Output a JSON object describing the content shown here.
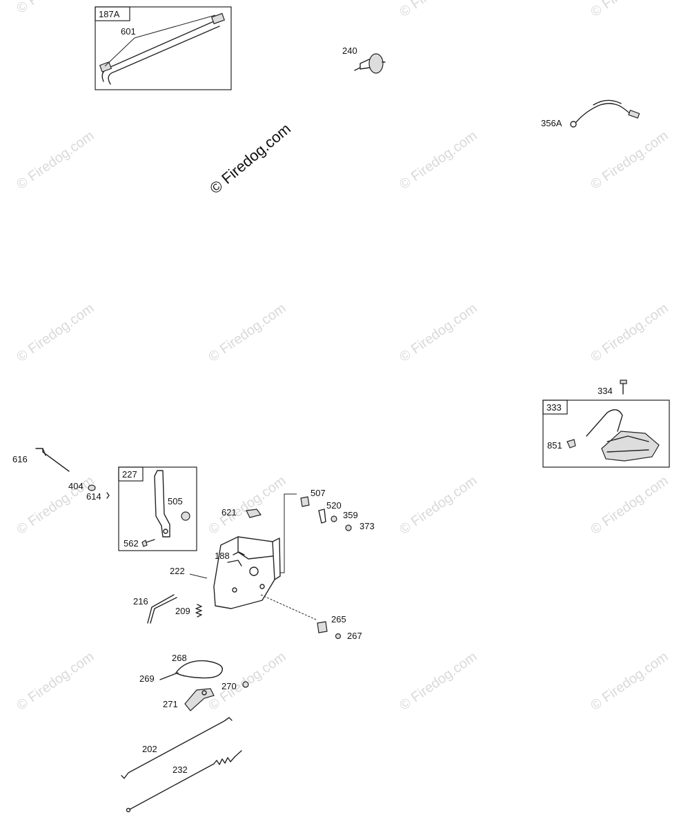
{
  "watermark": {
    "main": "© Firedog.com",
    "repeat": "© Firedog.com"
  },
  "groups": {
    "g187A": "187A",
    "g227": "227",
    "g333": "333"
  },
  "labels": {
    "p601": "601",
    "p240": "240",
    "p356A": "356A",
    "p334": "334",
    "p851": "851",
    "p616": "616",
    "p404": "404",
    "p614": "614",
    "p505": "505",
    "p562": "562",
    "p507": "507",
    "p520": "520",
    "p359": "359",
    "p373": "373",
    "p621": "621",
    "p188": "188",
    "p222": "222",
    "p216": "216",
    "p209": "209",
    "p265": "265",
    "p267": "267",
    "p268": "268",
    "p269": "269",
    "p270": "270",
    "p271": "271",
    "p202": "202",
    "p232": "232"
  }
}
